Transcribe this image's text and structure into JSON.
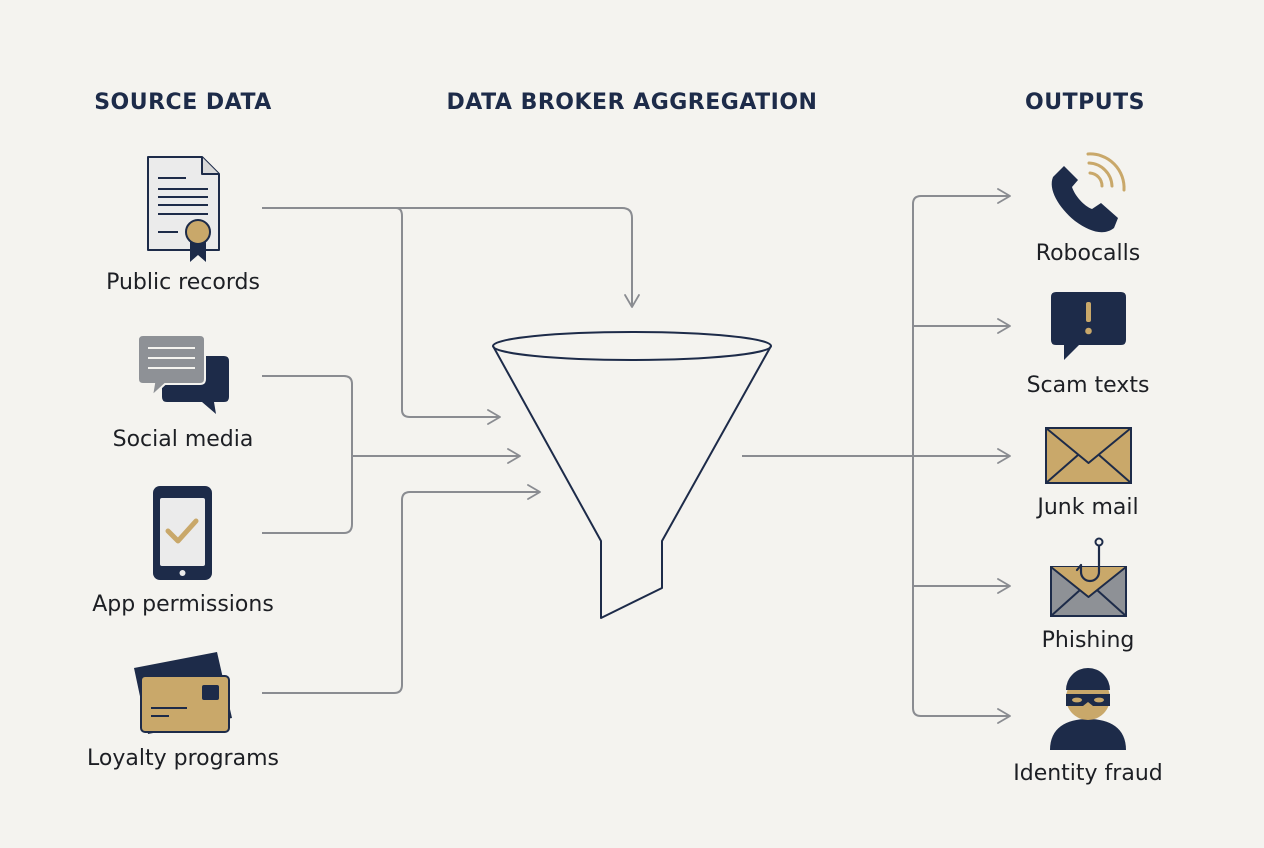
{
  "headings": {
    "source": "SOURCE DATA",
    "broker": "DATA BROKER AGGREGATION",
    "outputs": "OUTPUTS"
  },
  "sources": [
    {
      "label": "Public records",
      "icon": "document-icon"
    },
    {
      "label": "Social media",
      "icon": "chat-bubbles-icon"
    },
    {
      "label": "App permissions",
      "icon": "phone-check-icon"
    },
    {
      "label": "Loyalty programs",
      "icon": "loyalty-card-icon"
    }
  ],
  "outputs": [
    {
      "label": "Robocalls",
      "icon": "phone-call-icon"
    },
    {
      "label": "Scam texts",
      "icon": "alert-message-icon"
    },
    {
      "label": "Junk mail",
      "icon": "envelope-icon"
    },
    {
      "label": "Phishing",
      "icon": "hooked-envelope-icon"
    },
    {
      "label": "Identity fraud",
      "icon": "masked-person-icon"
    }
  ],
  "colors": {
    "navy": "#1d2b49",
    "gold": "#c9a86a",
    "gray": "#8e9196",
    "connector": "#8a8c91",
    "background": "#f4f3ef"
  }
}
